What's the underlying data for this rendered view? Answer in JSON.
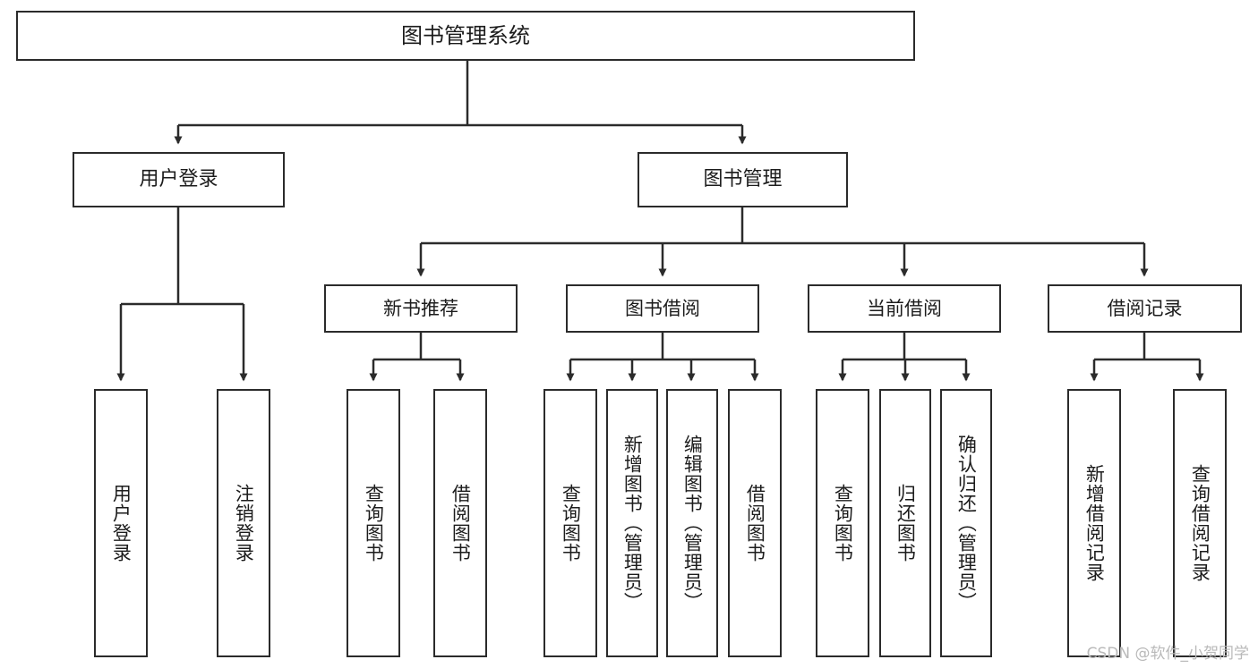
{
  "diagram": {
    "title": "图书管理系统",
    "type": "tree-hierarchy-diagram",
    "colors": {
      "box_border": "#2b2b2b",
      "box_fill": "#ffffff",
      "connector": "#2b2b2b",
      "text": "#1c1c1c",
      "watermark": "#b9b9b9",
      "background": "#ffffff"
    },
    "root": {
      "label": "图书管理系统"
    },
    "level1": [
      {
        "label": "用户登录"
      },
      {
        "label": "图书管理"
      }
    ],
    "level2": [
      {
        "label": "新书推荐"
      },
      {
        "label": "图书借阅"
      },
      {
        "label": "当前借阅"
      },
      {
        "label": "借阅记录"
      }
    ],
    "leaves": {
      "user_login": [
        {
          "label": "用户登录"
        },
        {
          "label": "注销登录"
        }
      ],
      "new_book_recommend": [
        {
          "label": "查询图书"
        },
        {
          "label": "借阅图书"
        }
      ],
      "book_borrow": [
        {
          "label": "查询图书"
        },
        {
          "label": "新增图书（管理员）"
        },
        {
          "label": "编辑图书（管理员）"
        },
        {
          "label": "借阅图书"
        }
      ],
      "current_borrow": [
        {
          "label": "查询图书"
        },
        {
          "label": "归还图书"
        },
        {
          "label": "确认归还（管理员）"
        }
      ],
      "borrow_record": [
        {
          "label": "新增借阅记录"
        },
        {
          "label": "查询借阅记录"
        }
      ]
    },
    "watermark": "CSDN @软件_小贺同学"
  }
}
